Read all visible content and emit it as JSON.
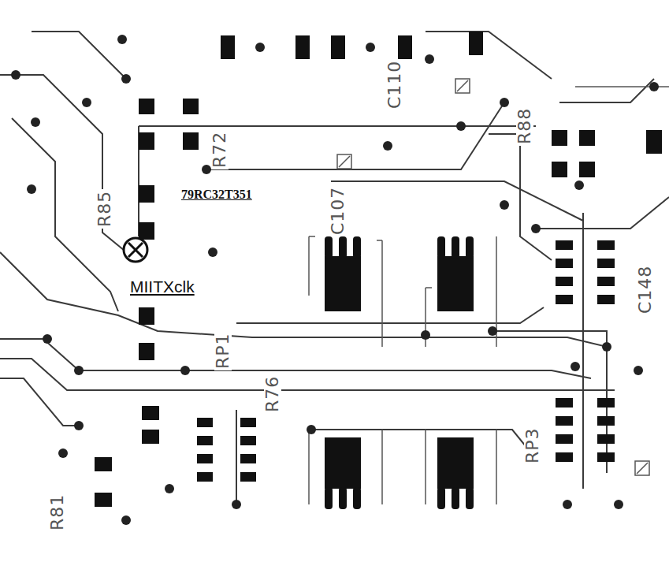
{
  "diagram": {
    "labels": [
      "79RC32T351",
      "MIITXclk",
      "R72",
      "C110",
      "C107",
      "R88",
      "R85",
      "RP1",
      "R76",
      "RP3",
      "C148",
      "R81"
    ]
  }
}
